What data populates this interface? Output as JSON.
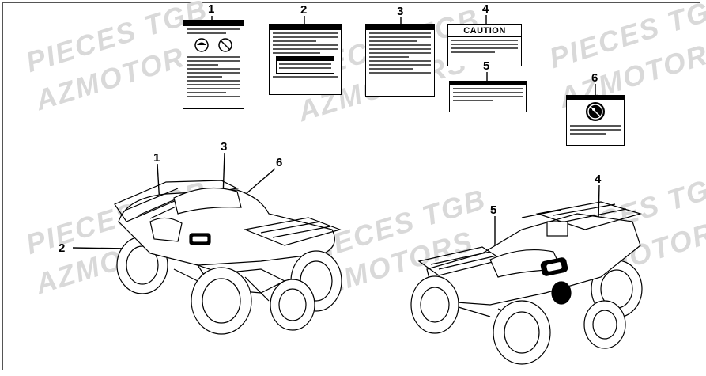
{
  "watermarks": [
    "PIECES TGB",
    "AZMOTORS",
    "PIECES TGB",
    "AZMOTORS",
    "PIECES TGB",
    "AZMOTORS",
    "PIECES TGB",
    "AZMOTORS",
    "PIECES TGB",
    "AZMOTORS",
    "PIECES TGB",
    "AZMOTORS"
  ],
  "labels_row": {
    "callouts": [
      "1",
      "2",
      "3",
      "4",
      "5",
      "6"
    ],
    "caution_heading": "CAUTION"
  },
  "vehicle_left": {
    "callouts": [
      "1",
      "3",
      "6",
      "2"
    ]
  },
  "vehicle_right": {
    "callouts": [
      "5",
      "4"
    ]
  },
  "colors": {
    "ink": "#000000",
    "watermark": "#d9d9d9",
    "frame": "#555555",
    "background": "#ffffff"
  }
}
